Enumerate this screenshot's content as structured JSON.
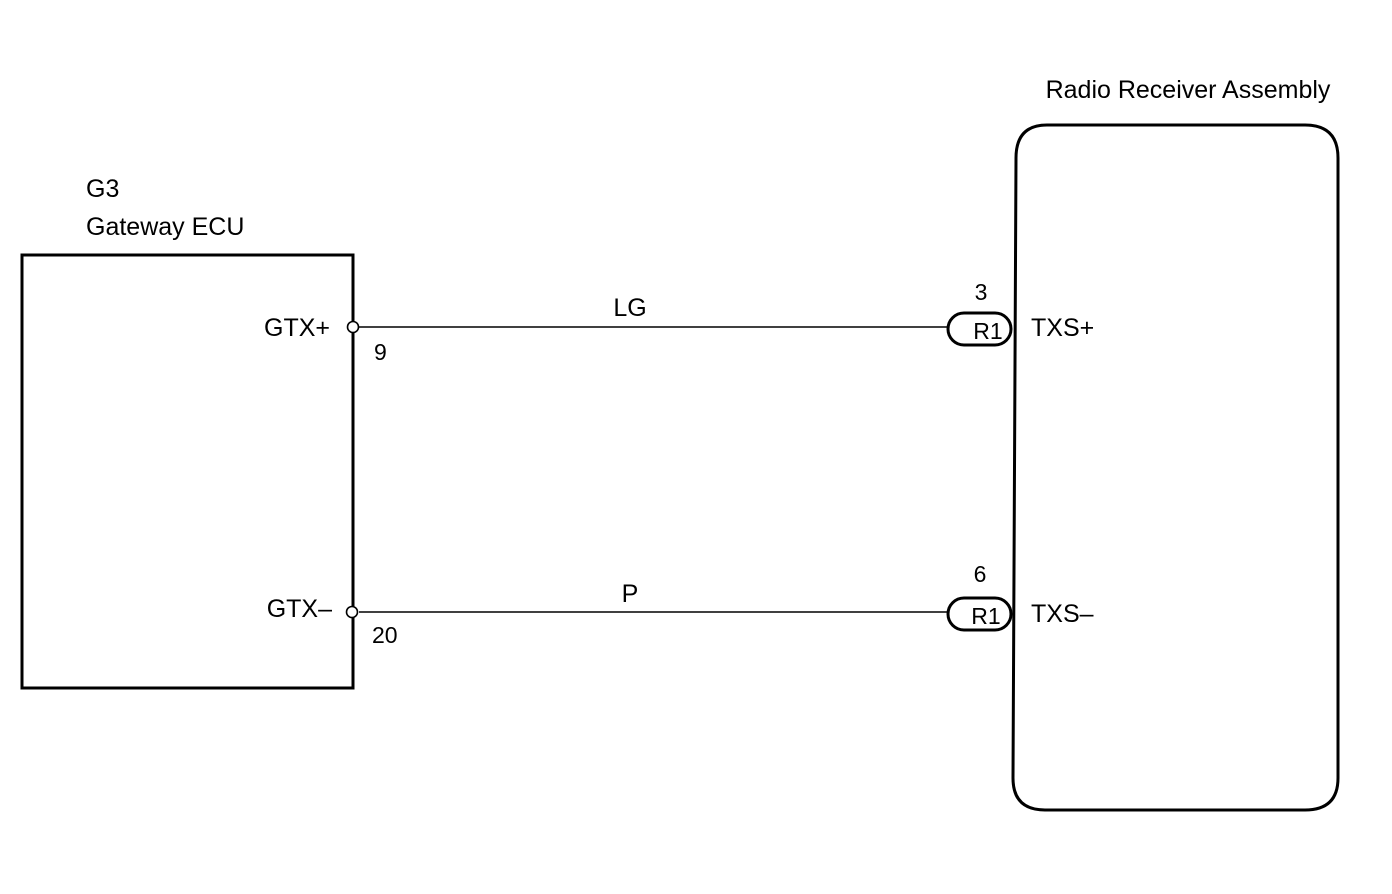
{
  "left_component": {
    "code": "G3",
    "name": "Gateway ECU",
    "terminals": [
      {
        "label": "GTX+",
        "pin": "9"
      },
      {
        "label": "GTX–",
        "pin": "20"
      }
    ]
  },
  "right_component": {
    "name": "Radio Receiver Assembly",
    "terminals": [
      {
        "label": "TXS+",
        "pin": "3",
        "connector": "R1"
      },
      {
        "label": "TXS–",
        "pin": "6",
        "connector": "R1"
      }
    ]
  },
  "wires": [
    {
      "color_code": "LG"
    },
    {
      "color_code": "P"
    }
  ]
}
